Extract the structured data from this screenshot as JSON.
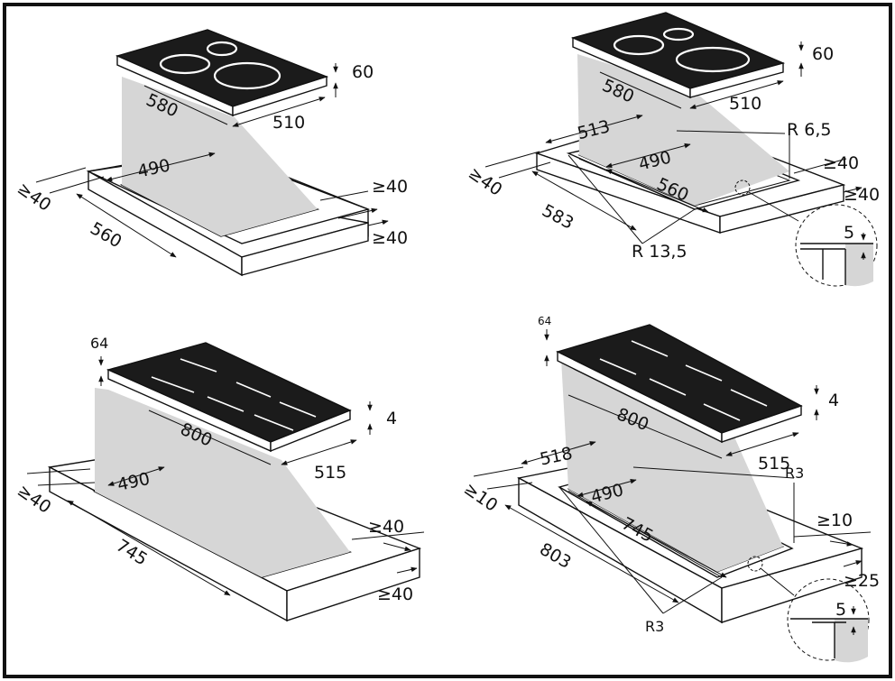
{
  "diagrams": [
    {
      "id": "top-left",
      "labels": {
        "hob_depth": "580",
        "hob_width": "510",
        "hob_height": "60",
        "cutout_width": "490",
        "cutout_depth": "560",
        "clearance_front": "≥40",
        "clearance_back": "≥40",
        "clearance_side": "≥40"
      }
    },
    {
      "id": "top-right",
      "labels": {
        "hob_depth": "580",
        "hob_width": "510",
        "hob_height": "60",
        "outer_width": "513",
        "outer_depth": "583",
        "cutout_width": "490",
        "cutout_depth": "560",
        "radius_inner": "R 6,5",
        "radius_outer": "R 13,5",
        "clearance_front": "≥40",
        "clearance_back": "≥40",
        "clearance_side": "≥40",
        "detail_depth": "5"
      }
    },
    {
      "id": "bottom-left",
      "labels": {
        "hob_length": "800",
        "hob_width": "515",
        "hob_height": "64",
        "rim": "4",
        "cutout_width": "490",
        "cutout_length": "745",
        "clearance_front": "≥40",
        "clearance_back": "≥40",
        "clearance_side": "≥40"
      }
    },
    {
      "id": "bottom-right",
      "labels": {
        "hob_length": "800",
        "hob_width": "515",
        "hob_height": "64",
        "rim": "4",
        "outer_width": "518",
        "outer_length": "803",
        "cutout_width": "490",
        "cutout_length": "745",
        "radius_top": "R3",
        "radius_bottom": "R3",
        "clearance_front": "≥10",
        "clearance_back": "≥10",
        "clearance_side": "≥25",
        "detail_depth": "5"
      }
    }
  ]
}
